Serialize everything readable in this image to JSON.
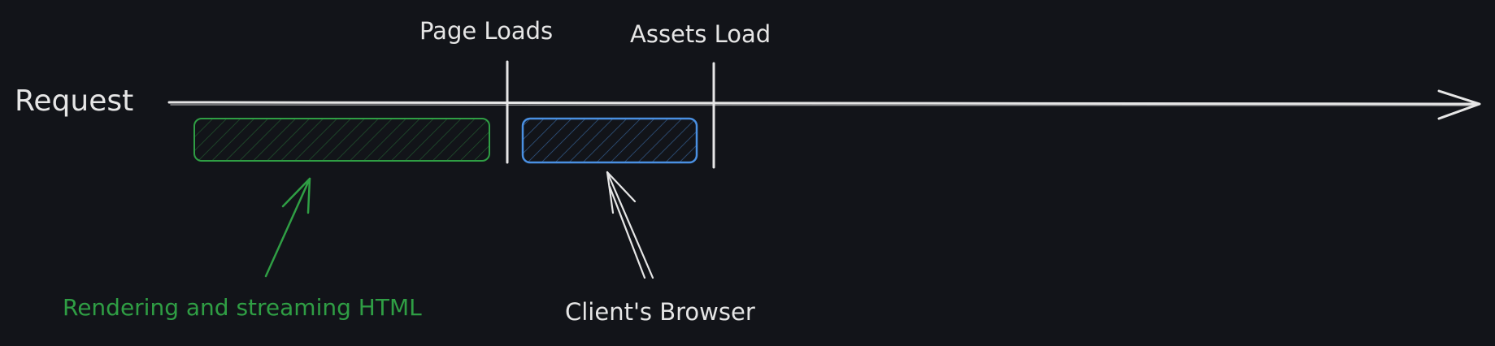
{
  "labels": {
    "request": "Request",
    "page_loads": "Page Loads",
    "assets_load": "Assets Load",
    "rendering": "Rendering and streaming HTML",
    "client_browser": "Client's Browser"
  },
  "colors": {
    "background": "#121419",
    "line": "#e6e6e6",
    "green": "#2f9e44",
    "blue": "#4a90e2"
  }
}
